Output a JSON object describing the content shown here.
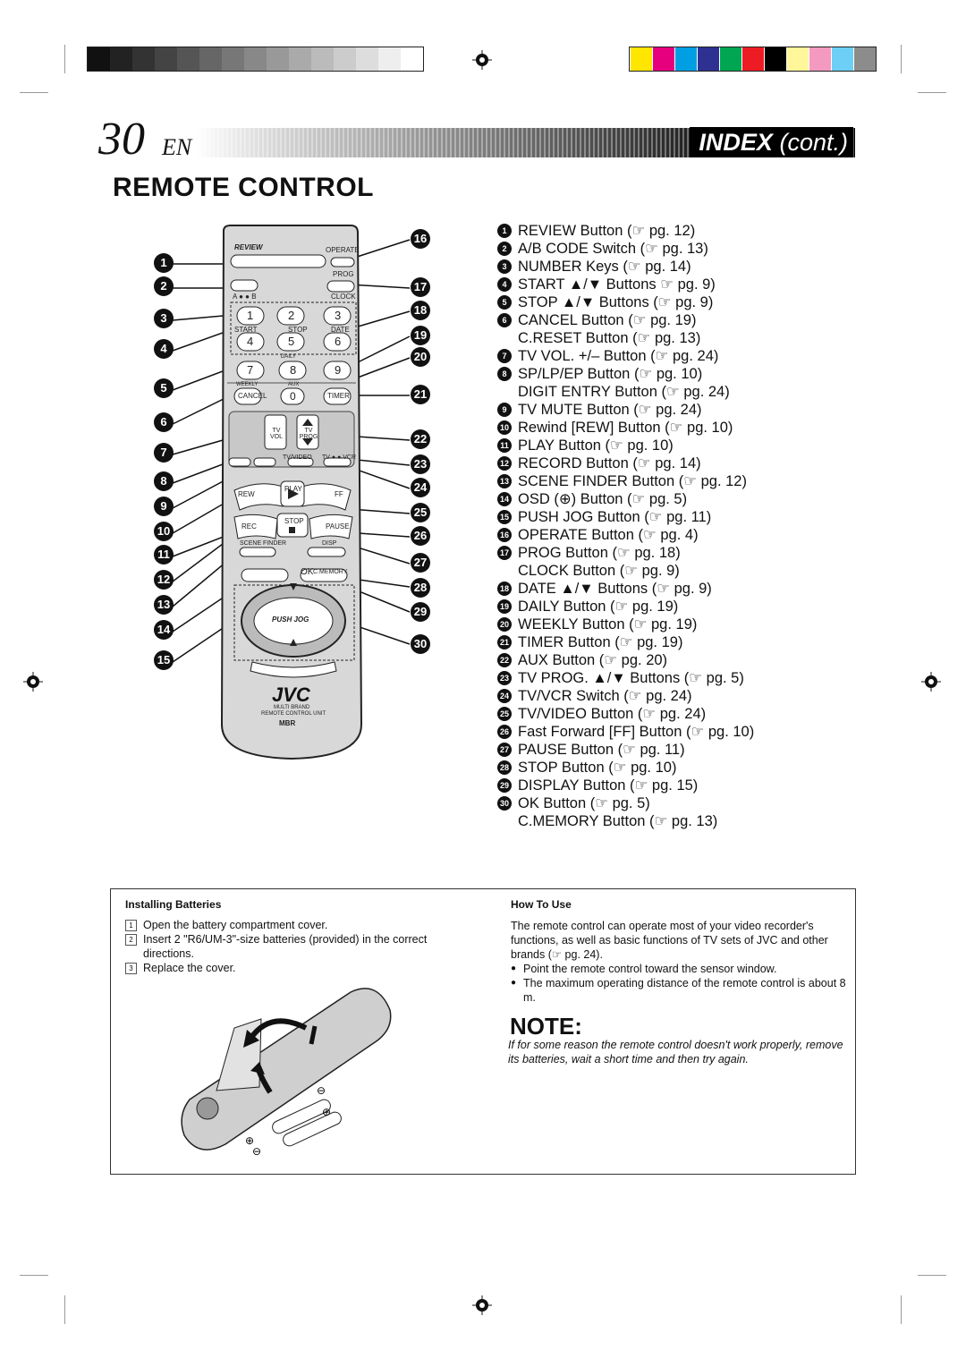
{
  "page": {
    "number": "30",
    "lang": "EN"
  },
  "header": {
    "title": "INDEX",
    "title_suffix": "cont."
  },
  "section_title": "REMOTE CONTROL",
  "registration": {
    "grays": [
      "#111111",
      "#222222",
      "#333333",
      "#444444",
      "#555555",
      "#666666",
      "#777777",
      "#888888",
      "#999999",
      "#aaaaaa",
      "#bbbbbb",
      "#cccccc",
      "#dddddd",
      "#eeeeee",
      "#ffffff"
    ],
    "colors": [
      "#ffe600",
      "#e6007e",
      "#009fe3",
      "#2e3192",
      "#00a651",
      "#ed1c24",
      "#000000",
      "#fff799",
      "#f49ac1",
      "#6dcff6",
      "#8c8c8c"
    ]
  },
  "callouts": {
    "left": [
      "1",
      "2",
      "3",
      "4",
      "5",
      "6",
      "7",
      "8",
      "9",
      "10",
      "11",
      "12",
      "13",
      "14",
      "15"
    ],
    "right": [
      "16",
      "17",
      "18",
      "19",
      "20",
      "21",
      "22",
      "23",
      "24",
      "25",
      "26",
      "27",
      "28",
      "29",
      "30"
    ]
  },
  "remote": {
    "review": "REVIEW",
    "operate": "OPERATE",
    "prog": "PROG",
    "ab": "A ● ● B",
    "clock": "CLOCK",
    "keys": [
      "1",
      "2",
      "3",
      "4",
      "5",
      "6",
      "7",
      "8",
      "9",
      "0"
    ],
    "start": "START",
    "stop_small": "STOP",
    "date": "DATE",
    "daily": "DAILY",
    "weekly": "WEEKLY",
    "cancel": "CANCEL",
    "aux": "AUX",
    "timer": "TIMER",
    "tv_vol": "TV VOL",
    "tv_prog": "TV PROG",
    "tv_video": "TV/VIDEO",
    "tv_vcr": "TV ● ● VCR",
    "rew": "REW",
    "play": "PLAY",
    "ff": "FF",
    "rec": "REC",
    "stop": "STOP",
    "pause": "PAUSE",
    "scene_finder": "SCENE FINDER",
    "display": "DISP",
    "ok": "OK",
    "cmemory": "C.MEMORY",
    "push_jog": "PUSH JOG",
    "brand": "JVC",
    "brand_sub1": "MULTI BRAND",
    "brand_sub2": "REMOTE CONTROL UNIT",
    "mbr": "MBR"
  },
  "index_items": [
    {
      "n": "1",
      "text": "REVIEW Button (☞ pg. 12)"
    },
    {
      "n": "2",
      "text": "A/B CODE Switch (☞ pg. 13)"
    },
    {
      "n": "3",
      "text": "NUMBER Keys (☞ pg. 14)"
    },
    {
      "n": "4",
      "text": "START ▲/▼ Buttons ☞ pg. 9)"
    },
    {
      "n": "5",
      "text": "STOP ▲/▼ Buttons (☞ pg. 9)"
    },
    {
      "n": "6",
      "text": "CANCEL Button (☞ pg. 19)"
    },
    {
      "n": "",
      "text": "C.RESET Button (☞ pg. 13)"
    },
    {
      "n": "7",
      "text": "TV VOL. +/– Button (☞ pg. 24)"
    },
    {
      "n": "8",
      "text": "SP/LP/EP Button (☞ pg. 10)"
    },
    {
      "n": "",
      "text": "DIGIT ENTRY Button (☞ pg. 24)"
    },
    {
      "n": "9",
      "text": "TV MUTE Button (☞ pg. 24)"
    },
    {
      "n": "10",
      "text": "Rewind [REW] Button (☞ pg. 10)"
    },
    {
      "n": "11",
      "text": "PLAY Button (☞ pg. 10)"
    },
    {
      "n": "12",
      "text": "RECORD Button (☞ pg. 14)"
    },
    {
      "n": "13",
      "text": "SCENE FINDER Button (☞ pg. 12)"
    },
    {
      "n": "14",
      "text": "OSD (⊕) Button (☞ pg. 5)"
    },
    {
      "n": "15",
      "text": "PUSH JOG Button (☞ pg. 11)"
    },
    {
      "n": "16",
      "text": "OPERATE Button (☞ pg. 4)"
    },
    {
      "n": "17",
      "text": "PROG Button (☞ pg. 18)"
    },
    {
      "n": "",
      "text": "CLOCK Button (☞ pg. 9)"
    },
    {
      "n": "18",
      "text": "DATE ▲/▼ Buttons (☞ pg. 9)"
    },
    {
      "n": "19",
      "text": "DAILY Button (☞ pg. 19)"
    },
    {
      "n": "20",
      "text": "WEEKLY Button (☞ pg. 19)"
    },
    {
      "n": "21",
      "text": "TIMER Button (☞ pg. 19)"
    },
    {
      "n": "22",
      "text": "AUX Button (☞ pg. 20)"
    },
    {
      "n": "23",
      "text": "TV PROG. ▲/▼ Buttons (☞ pg. 5)"
    },
    {
      "n": "24",
      "text": "TV/VCR Switch (☞ pg. 24)"
    },
    {
      "n": "25",
      "text": "TV/VIDEO Button (☞ pg. 24)"
    },
    {
      "n": "26",
      "text": "Fast Forward [FF] Button (☞ pg. 10)"
    },
    {
      "n": "27",
      "text": "PAUSE Button (☞ pg. 11)"
    },
    {
      "n": "28",
      "text": "STOP Button (☞ pg. 10)"
    },
    {
      "n": "29",
      "text": "DISPLAY Button (☞ pg. 15)"
    },
    {
      "n": "30",
      "text": "OK Button (☞ pg. 5)"
    },
    {
      "n": "",
      "text": "C.MEMORY Button (☞ pg. 13)"
    }
  ],
  "installing": {
    "title": "Installing Batteries",
    "steps": [
      {
        "n": "1",
        "text": "Open the battery compartment cover."
      },
      {
        "n": "2",
        "text": "Insert 2 \"R6/UM-3\"-size batteries (provided) in the correct directions."
      },
      {
        "n": "3",
        "text": "Replace the cover."
      }
    ]
  },
  "how_to_use": {
    "title": "How To Use",
    "intro": "The remote control can operate most of your video recorder's functions, as well as basic functions of TV sets of JVC and other brands (☞ pg. 24).",
    "bullets": [
      "Point the remote control toward the sensor window.",
      "The maximum operating distance of the remote control is about 8 m."
    ]
  },
  "note": {
    "title": "NOTE:",
    "text": "If for some reason the remote control doesn't work properly, remove its batteries, wait a short time and then try again."
  }
}
